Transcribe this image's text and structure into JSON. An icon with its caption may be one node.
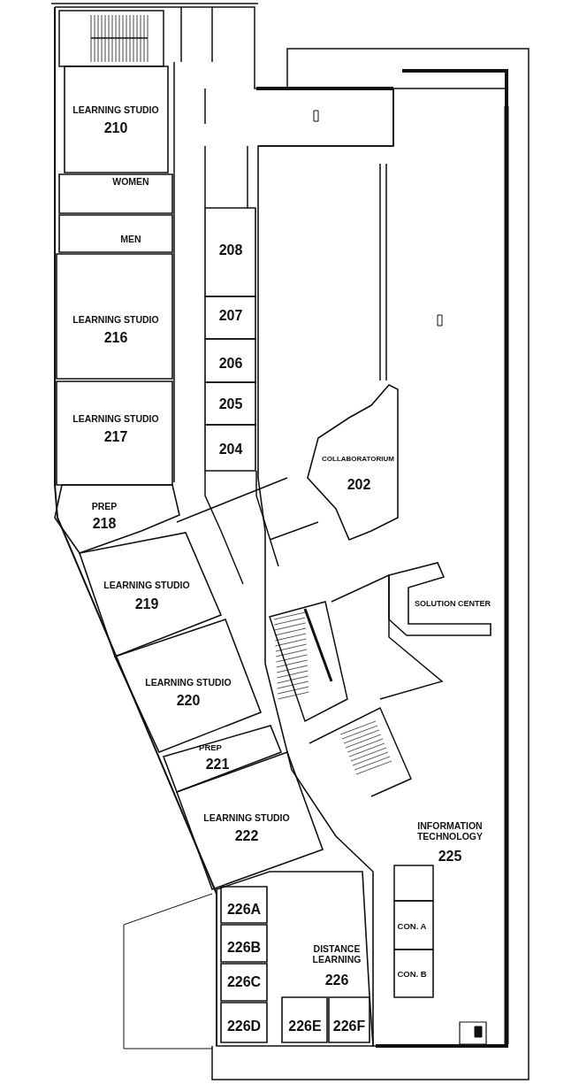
{
  "diagram": {
    "nodes": [
      {
        "text": [
          "LEARNING STUDIO",
          "210"
        ]
      },
      {
        "text": [
          "WOMEN"
        ]
      },
      {
        "text": [
          "MEN"
        ]
      },
      {
        "text": [
          "208"
        ]
      },
      {
        "text": [
          "LEARNING STUDIO",
          "216"
        ]
      },
      {
        "text": [
          "207"
        ]
      },
      {
        "text": [
          "206"
        ]
      },
      {
        "text": [
          "205"
        ]
      },
      {
        "text": [
          "LEARNING STUDIO",
          "217"
        ]
      },
      {
        "text": [
          "204"
        ]
      },
      {
        "text": [
          "INFORMATION TECHNOLOGY",
          "225"
        ]
      },
      {
        "text": [
          "COLLABORATORIUM",
          "202"
        ],
        "in": 10
      },
      {
        "text": [
          "PREP",
          "218"
        ]
      },
      {
        "text": [
          "LEARNING STUDIO",
          "219"
        ]
      },
      {
        "text": [
          "SOLUTION CENTER"
        ],
        "in": 10
      },
      {
        "text": [
          "LEARNING STUDIO",
          "220"
        ]
      },
      {
        "text": [
          "PREP",
          "221"
        ]
      },
      {
        "text": [
          "LEARNING STUDIO",
          "222"
        ]
      },
      {
        "text": [
          "CON. A"
        ],
        "in": 10
      },
      {
        "text": [
          "CON. B"
        ],
        "in": 10
      },
      {
        "text": [
          "DISTANCE LEARNING",
          "226"
        ]
      },
      {
        "text": [
          "226A"
        ],
        "in": 20
      },
      {
        "text": [
          "226B"
        ],
        "in": 20
      },
      {
        "text": [
          "226C"
        ],
        "in": 20
      },
      {
        "text": [
          "226D"
        ],
        "in": 20
      },
      {
        "text": [
          "226E"
        ],
        "in": 20
      },
      {
        "text": [
          "226F"
        ],
        "in": 20
      }
    ]
  }
}
